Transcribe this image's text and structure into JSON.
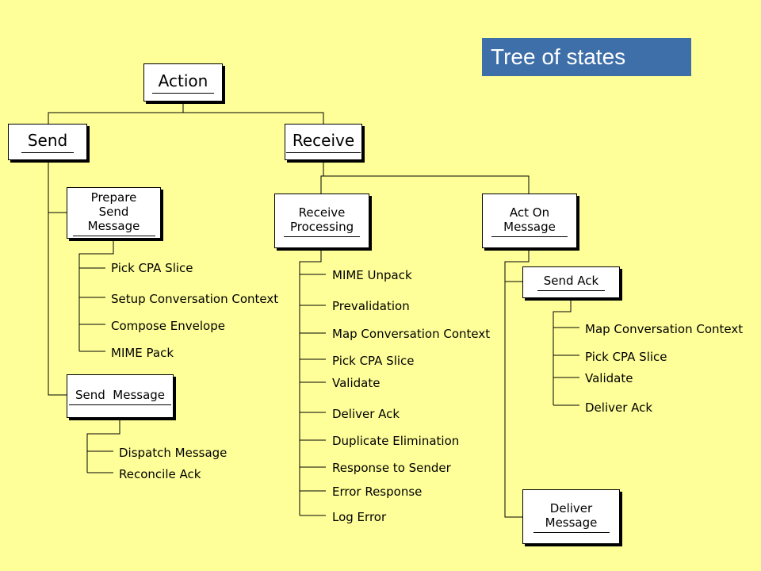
{
  "title": "Tree of states",
  "nodes": {
    "action": "Action",
    "send": "Send",
    "receive": "Receive",
    "prepare_send_message": "Prepare Send Message",
    "send_message": "Send  Message",
    "receive_processing": "Receive Processing",
    "act_on_message": "Act On Message",
    "send_ack": "Send Ack",
    "deliver_message": "Deliver Message"
  },
  "prepare_send_leaves": [
    "Pick CPA Slice",
    "Setup Conversation Context",
    "Compose Envelope",
    "MIME Pack"
  ],
  "send_message_leaves": [
    "Dispatch Message",
    "Reconcile Ack"
  ],
  "receive_processing_leaves": [
    "MIME Unpack",
    "Prevalidation",
    "Map Conversation Context",
    "Pick CPA Slice",
    "Validate",
    "Deliver Ack",
    "Duplicate Elimination",
    "Response to Sender",
    "Error Response",
    "Log Error"
  ],
  "send_ack_leaves": [
    "Map Conversation Context",
    "Pick CPA Slice",
    "Validate",
    "Deliver Ack"
  ],
  "colors": {
    "background": "#FFFF99",
    "title_box": "#3E6FA8",
    "title_text": "#FFFFFF"
  }
}
